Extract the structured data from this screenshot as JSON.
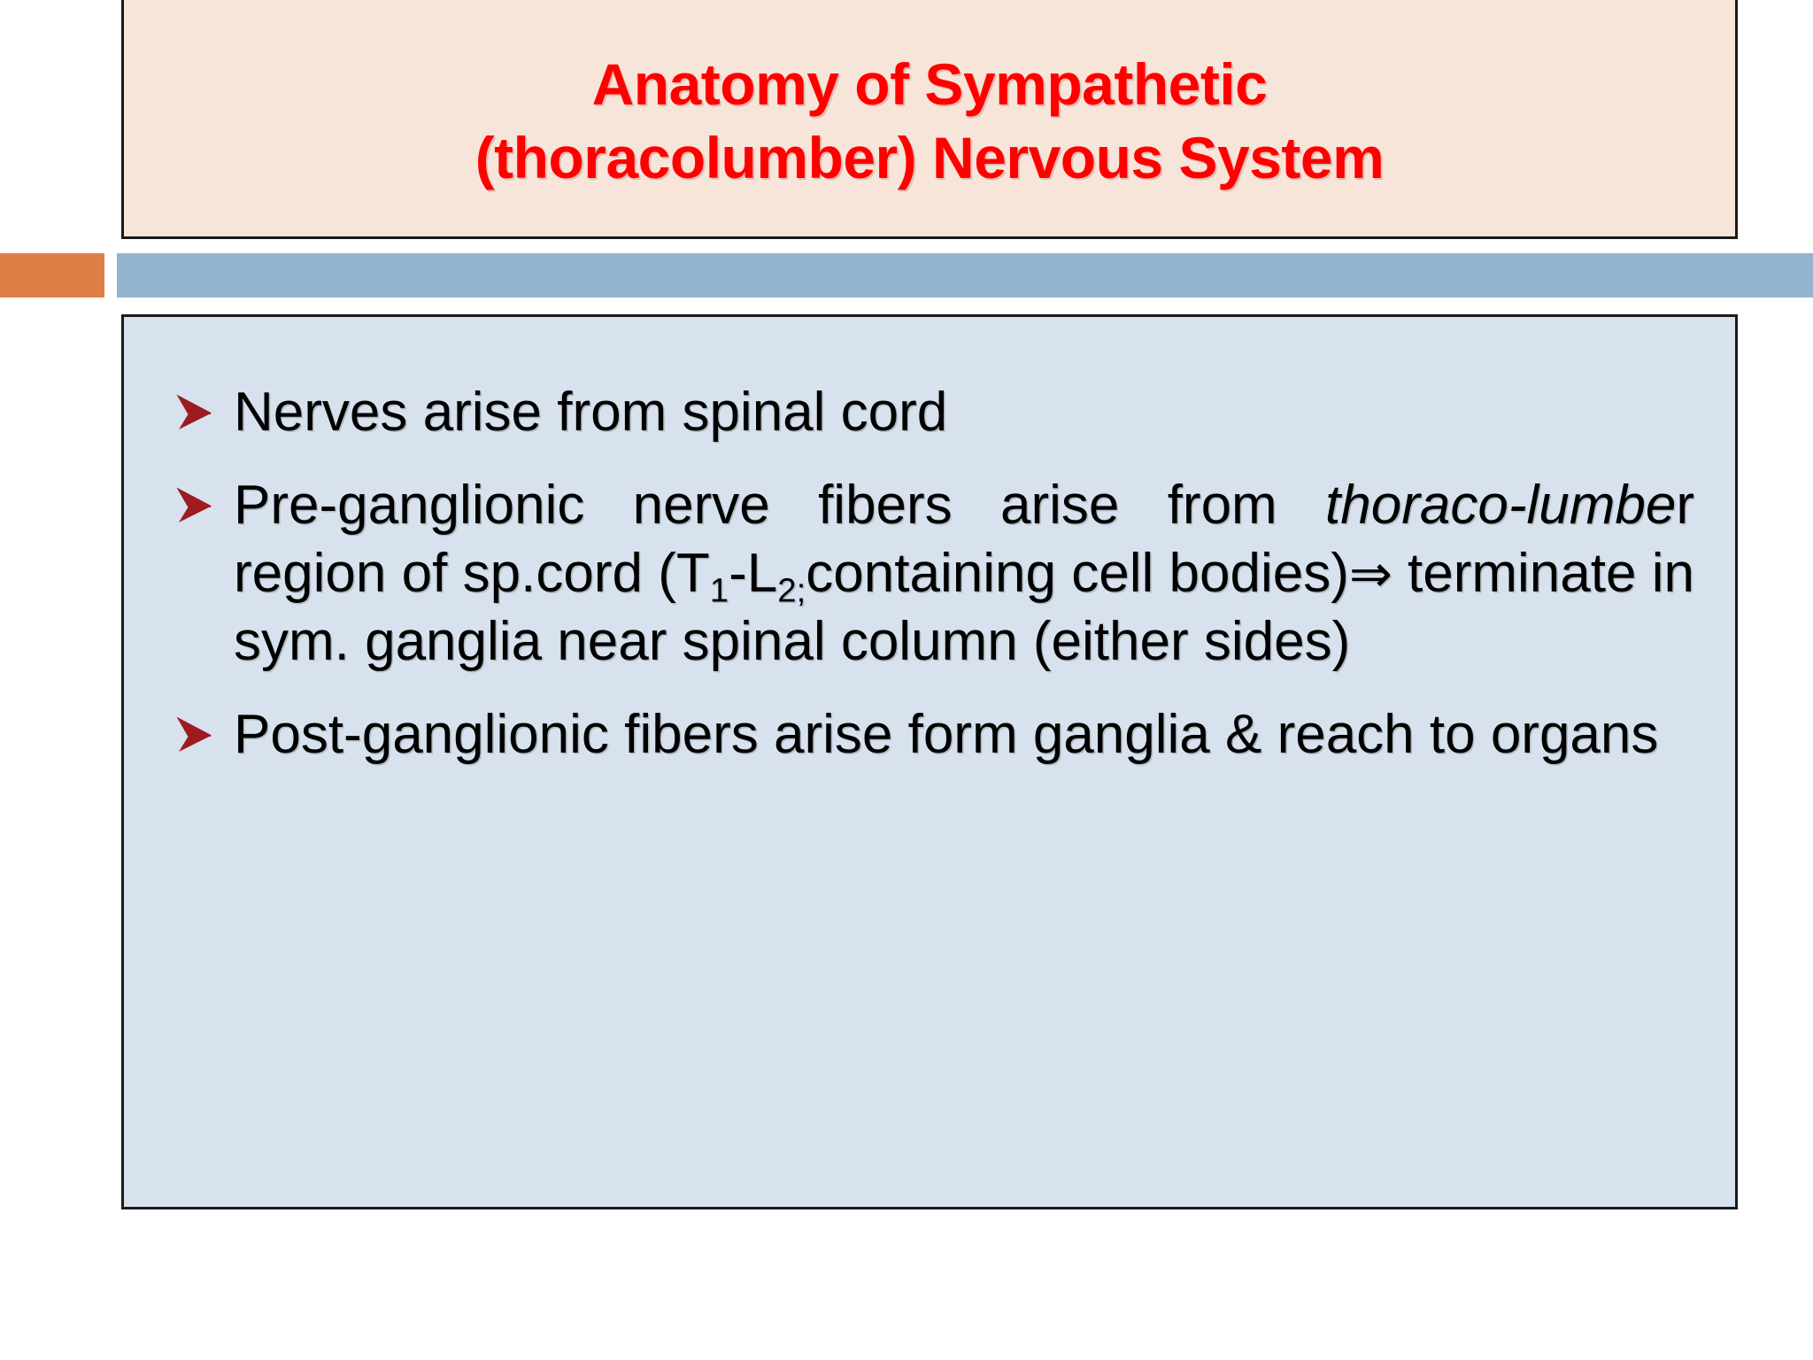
{
  "slide": {
    "title": {
      "lines": [
        "Anatomy of Sympathetic",
        "(thoracolumber) Nervous System"
      ],
      "full_text": "Anatomy of Sympathetic (thoracolumber) Nervous System",
      "color": "#FF0000",
      "background": "#F8E5D9"
    },
    "accent_bars": {
      "left_color": "#DD8047",
      "right_color": "#94B3CF"
    },
    "content": {
      "background": "#D7E2EE",
      "bullet_glyph": "arrow-bullet",
      "bullet_color": "#9E1B20",
      "bullets": [
        {
          "id": "bullet-nerves-arise",
          "text": "Nerves arise from spinal cord",
          "segments": [
            {
              "type": "plain",
              "text": "Nerves arise from spinal cord"
            }
          ]
        },
        {
          "id": "bullet-pre-ganglionic",
          "text": "Pre-ganglionic nerve fibers arise from thoraco-lumber region of sp.cord (T1-L2;containing cell bodies)⇒ terminate in sym. ganglia near spinal column (either sides)",
          "segments": [
            {
              "type": "plain",
              "text": "Pre-ganglionic nerve fibers arise from "
            },
            {
              "type": "italic",
              "text": "thoraco-lumbe"
            },
            {
              "type": "plain",
              "text": "r region of sp.cord (T"
            },
            {
              "type": "sub",
              "text": "1"
            },
            {
              "type": "plain",
              "text": "-L"
            },
            {
              "type": "sub",
              "text": "2;"
            },
            {
              "type": "plain",
              "text": "containing cell bodies)"
            },
            {
              "type": "symbol",
              "text": "⇒"
            },
            {
              "type": "plain",
              "text": " terminate in sym. ganglia near spinal column (either sides)"
            }
          ]
        },
        {
          "id": "bullet-post-ganglionic",
          "text": "Post-ganglionic fibers arise form ganglia & reach to organs",
          "segments": [
            {
              "type": "plain",
              "text": "Post-ganglionic fibers arise form ganglia & reach to organs"
            }
          ]
        }
      ]
    }
  }
}
